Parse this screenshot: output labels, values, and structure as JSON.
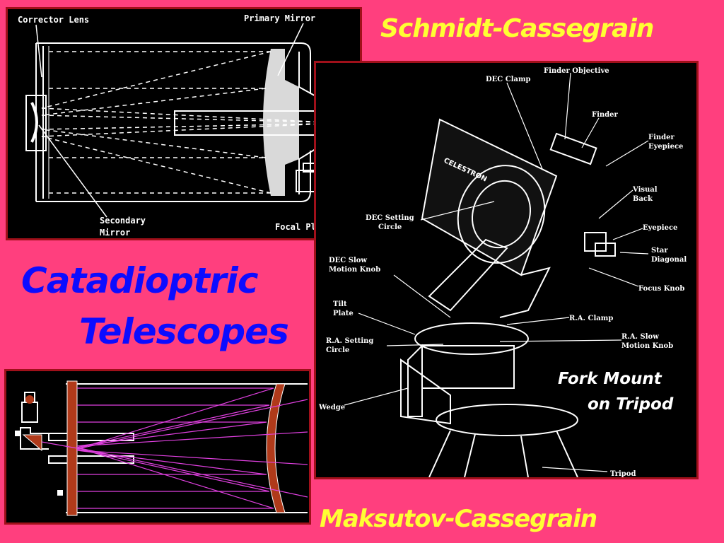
{
  "titles": {
    "schmidt": "Schmidt-Cassegrain",
    "maksutov": "Maksutov-Cassegrain",
    "main_line1": "Catadioptric",
    "main_line2": "Telescopes"
  },
  "diagram_sc": {
    "corrector_lens": "Corrector Lens",
    "primary_mirror": "Primary Mirror",
    "secondary_mirror_1": "Secondary",
    "secondary_mirror_2": "Mirror",
    "focal_plane": "Focal Plane"
  },
  "diagram_mount": {
    "dec_clamp": "DEC Clamp",
    "finder_objective": "Finder Objective",
    "finder": "Finder",
    "finder_eyepiece_1": "Finder",
    "finder_eyepiece_2": "Eyepiece",
    "visual_back_1": "Visual",
    "visual_back_2": "Back",
    "eyepiece": "Eyepiece",
    "star_diagonal_1": "Star",
    "star_diagonal_2": "Diagonal",
    "focus_knob": "Focus Knob",
    "ra_clamp": "R.A. Clamp",
    "ra_slow_1": "R.A. Slow",
    "ra_slow_2": "Motion Knob",
    "dec_setting_1": "DEC Setting",
    "dec_setting_2": "Circle",
    "dec_slow_1": "DEC Slow",
    "dec_slow_2": "Motion Knob",
    "tilt_plate_1": "Tilt",
    "tilt_plate_2": "Plate",
    "ra_setting_1": "R.A. Setting",
    "ra_setting_2": "Circle",
    "wedge": "Wedge",
    "tripod": "Tripod",
    "fork_mount_1": "Fork Mount",
    "fork_mount_2": "on Tripod",
    "brand": "CELESTRON"
  },
  "colors": {
    "background": "#ff3f7e",
    "title_yellow": "#ffff33",
    "title_blue": "#0c0cff",
    "panel_border": "#a0101a",
    "ray_magenta": "#e040e0",
    "mirror_orange": "#b03a1a"
  }
}
